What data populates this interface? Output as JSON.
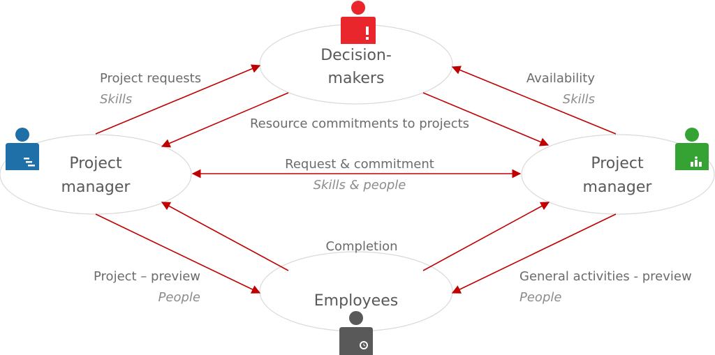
{
  "nodes": {
    "decision_makers": {
      "line1": "Decision-",
      "line2": "makers",
      "icon_color": "#e8262b"
    },
    "pm_left": {
      "line1": "Project",
      "line2": "manager",
      "icon_color": "#1f6fa8"
    },
    "pm_right": {
      "line1": "Project",
      "line2": "manager",
      "icon_color": "#35a334"
    },
    "employees": {
      "line1": "Employees",
      "icon_color": "#595959"
    }
  },
  "edges": {
    "project_requests": {
      "label": "Project requests",
      "sub": "Skills"
    },
    "availability": {
      "label": "Availability",
      "sub": "Skills"
    },
    "resource_commitments": {
      "label": "Resource commitments to projects"
    },
    "request_commitment": {
      "label": "Request & commitment",
      "sub": "Skills & people"
    },
    "completion": {
      "label": "Completion"
    },
    "project_preview": {
      "label": "Project – preview",
      "sub": "People"
    },
    "general_preview": {
      "label": "General activities - preview",
      "sub": "People"
    }
  },
  "colors": {
    "arrow": "#c00000",
    "ellipse_stroke": "#d9d9d9",
    "text": "#595959"
  }
}
